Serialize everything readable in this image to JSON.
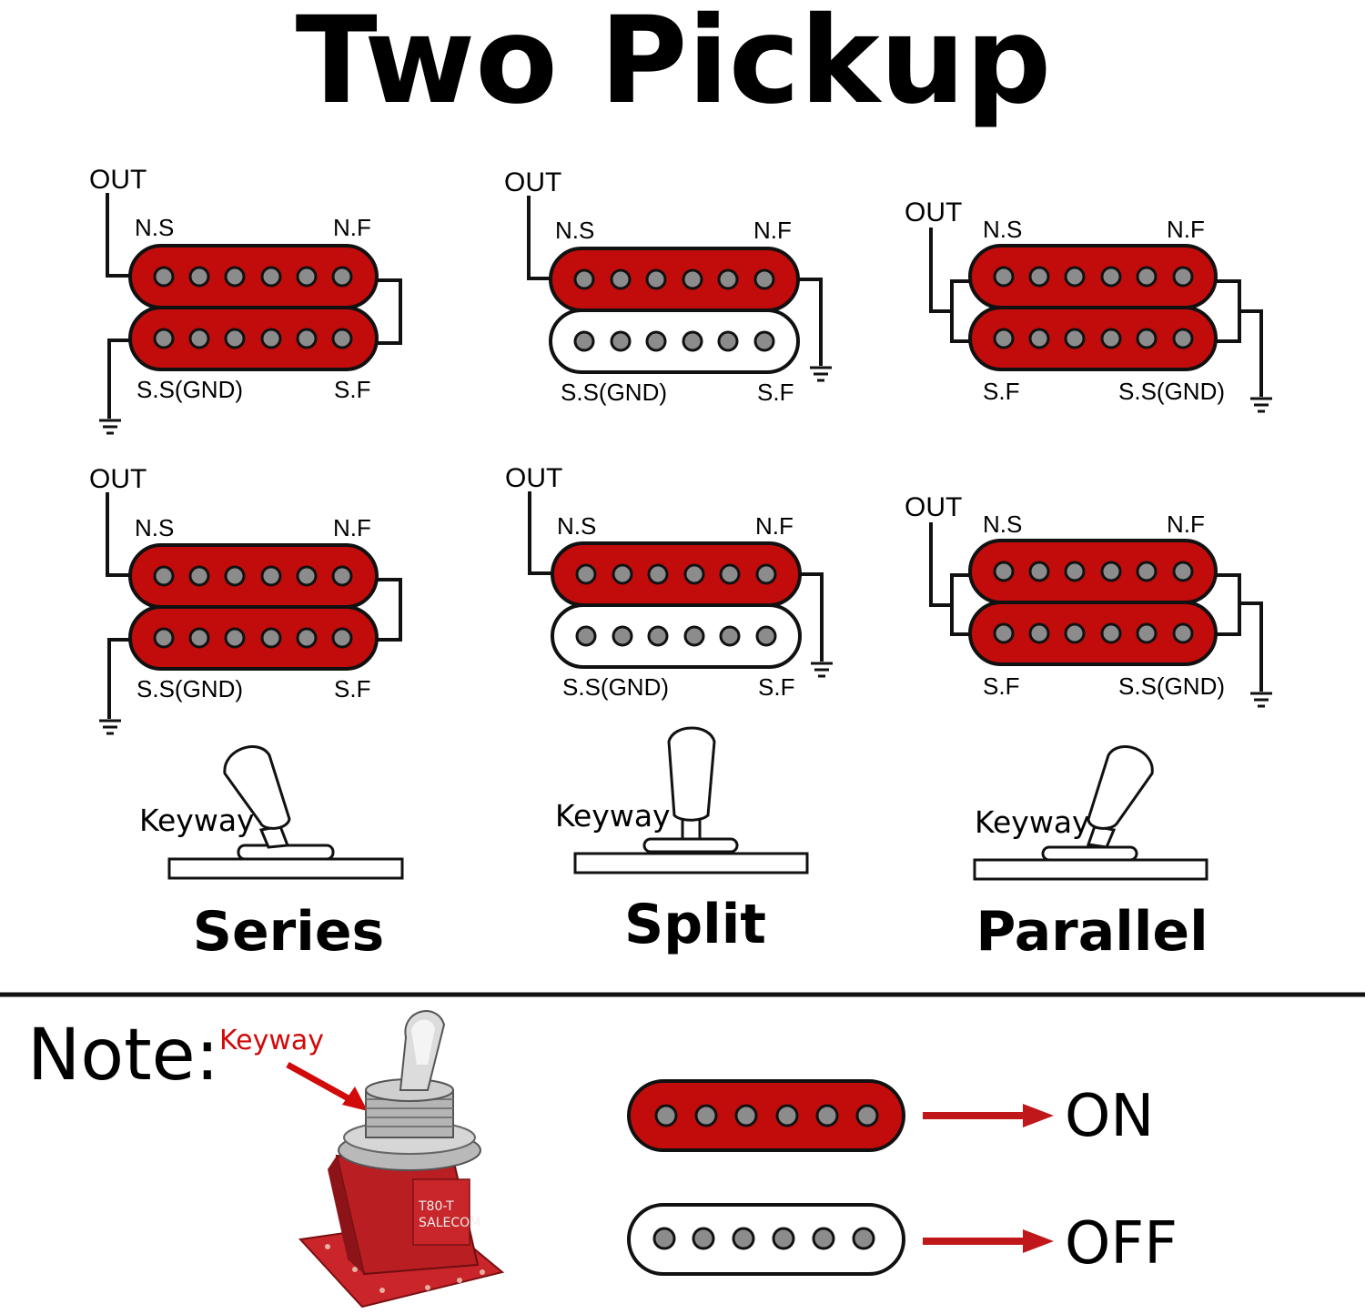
{
  "title": "Two Pickup",
  "labels": {
    "out": "OUT",
    "ns": "N.S",
    "nf": "N.F",
    "ss_gnd": "S.S(GND)",
    "sf": "S.F",
    "keyway": "Keyway"
  },
  "modes": [
    "Series",
    "Split",
    "Parallel"
  ],
  "note": {
    "heading": "Note:",
    "keyway_label": "Keyway",
    "switch_stamp": [
      "T80-T",
      "SALECOM"
    ],
    "legend": [
      {
        "state": "ON",
        "coil": "red"
      },
      {
        "state": "OFF",
        "coil": "white"
      }
    ]
  },
  "colors": {
    "coil_on": "#c20c0c",
    "coil_off": "#ffffff",
    "pole": "#8c8c8c",
    "arrow": "#c0181a",
    "keyway_label": "#d10a0a",
    "ink": "#111111"
  },
  "icons": [
    "ground-icon",
    "toggle-lever-icon",
    "toggle-switch-photo",
    "arrow-icon"
  ]
}
